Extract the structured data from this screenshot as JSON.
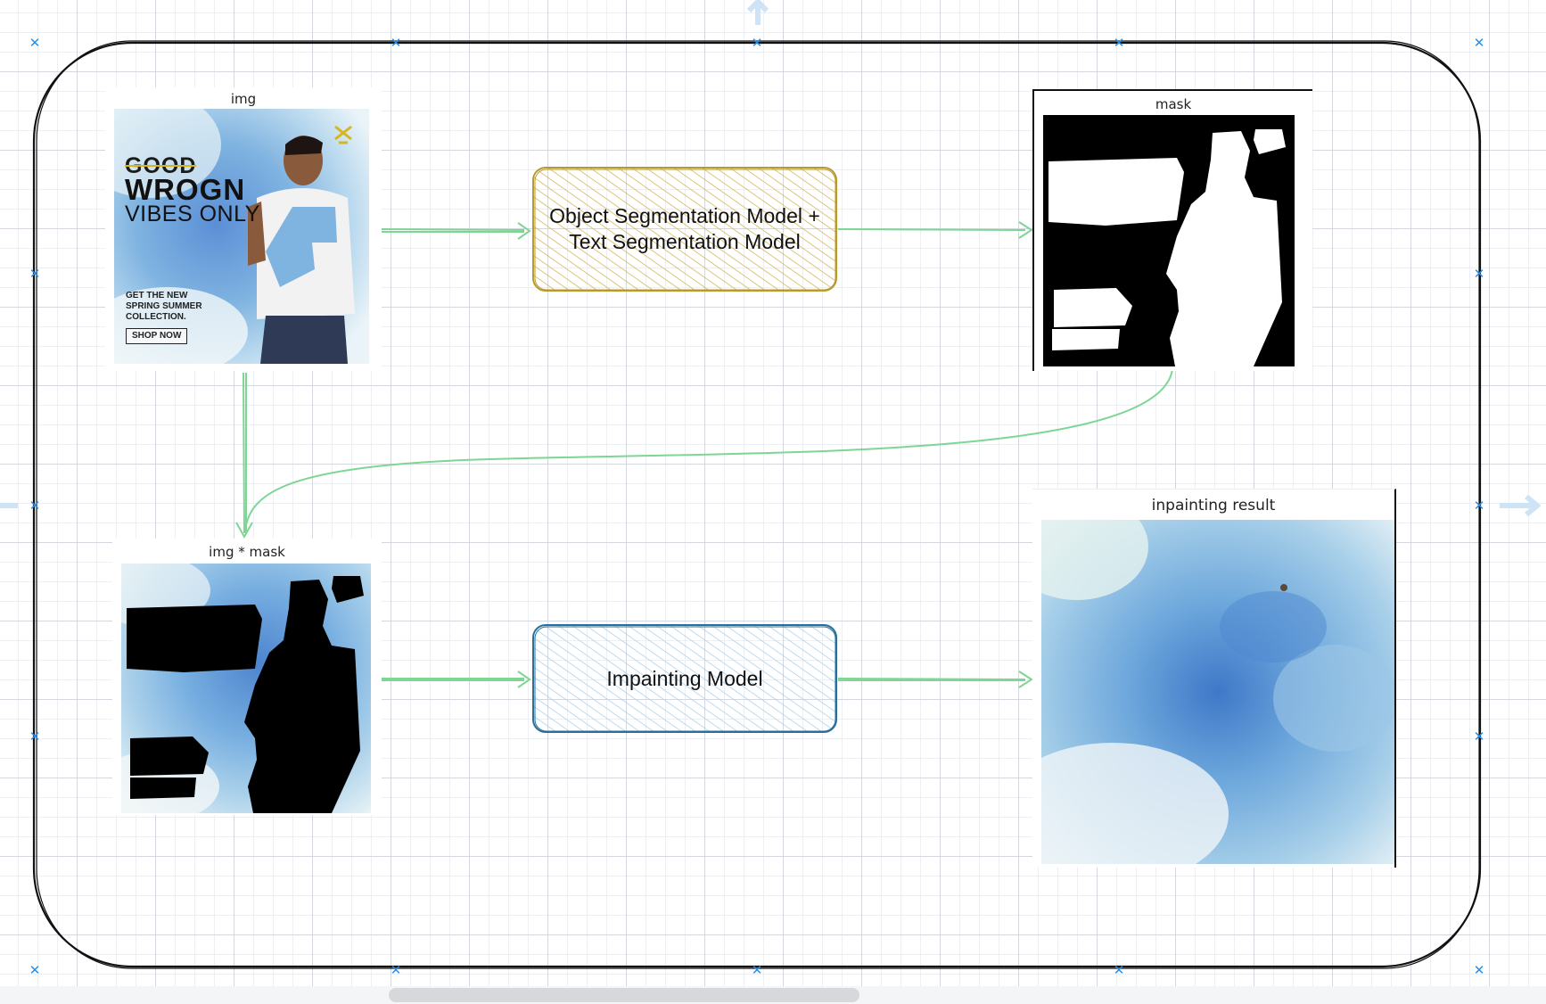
{
  "panels": {
    "img": {
      "title": "img"
    },
    "mask": {
      "title": "mask"
    },
    "img_mask": {
      "title": "img * mask"
    },
    "inpainting": {
      "title": "inpainting result"
    }
  },
  "models": {
    "segmentation": {
      "line1": "Object Segmentation Model +",
      "line2": "Text Segmentation Model",
      "color": "#d6b656"
    },
    "inpainting": {
      "label": "Impainting Model",
      "color": "#10739e"
    }
  },
  "ad": {
    "good": "GOOD",
    "wrogn": "WROGN",
    "vibes": "VIBES ONLY",
    "tagline1": "GET THE NEW",
    "tagline2": "SPRING SUMMER",
    "tagline3": "COLLECTION.",
    "cta": "SHOP NOW"
  },
  "colors": {
    "arrow": "#7dd694",
    "handle": "#2a8ee8",
    "container_border": "#111111"
  }
}
